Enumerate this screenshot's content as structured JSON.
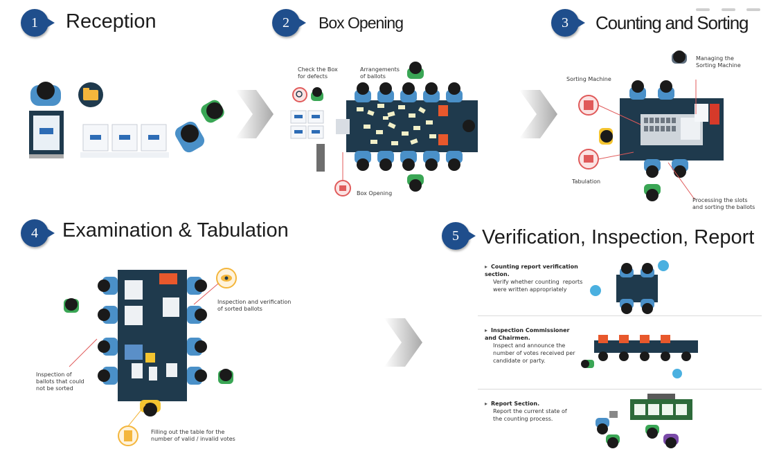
{
  "steps": [
    {
      "number": "1",
      "title": "Reception"
    },
    {
      "number": "2",
      "title": "Box Opening"
    },
    {
      "number": "3",
      "title": "Counting and Sorting"
    },
    {
      "number": "4",
      "title": "Examination & Tabulation"
    },
    {
      "number": "5",
      "title": "Verification, Inspection, Report"
    }
  ],
  "box_opening": {
    "check_box_label": "Check the Box\nfor defects",
    "arrangement_label": "Arrangements\nof ballots",
    "box_opening_label": "Box Opening"
  },
  "counting": {
    "managing_label": "Managing the\nSorting Machine",
    "sorting_machine_label": "Sorting Machine",
    "tabulation_label": "Tabulation",
    "processing_label": "Processing the slots\nand sorting the ballots"
  },
  "examination": {
    "inspection_verification_label": "Inspection and verification\nof sorted ballots",
    "inspection_unsorted_label": "Inspection of\nballots that could\nnot be sorted",
    "filling_label": "Filling out the table for the\nnumber of valid / invalid votes"
  },
  "verification": {
    "sections": [
      {
        "heading": "Counting report verification\nsection.",
        "body": "Verify whether counting  reports\nwere written appropriately"
      },
      {
        "heading": "Inspection Commissioner\nand Chairmen.",
        "body": "Inspect and announce the\nnumber of votes received per\ncandidate or party."
      },
      {
        "heading": "Report Section.",
        "body": "Report the current state of\nthe counting process."
      }
    ]
  },
  "colors": {
    "step_circle": "#1f4e8c",
    "table": "#1f3a4d",
    "worker_shirt": "#4a90c8",
    "callout_red": "#e05a5a",
    "arrow_gray": "#b5b5b5",
    "inspector_green": "#3aa655",
    "sorting_slot": "#d63a2a"
  },
  "icons": [
    "folder-icon",
    "ballot-box-icon",
    "magnifier-icon",
    "eye-icon",
    "document-icon",
    "worker-icon",
    "sorting-machine-icon",
    "board-icon"
  ]
}
